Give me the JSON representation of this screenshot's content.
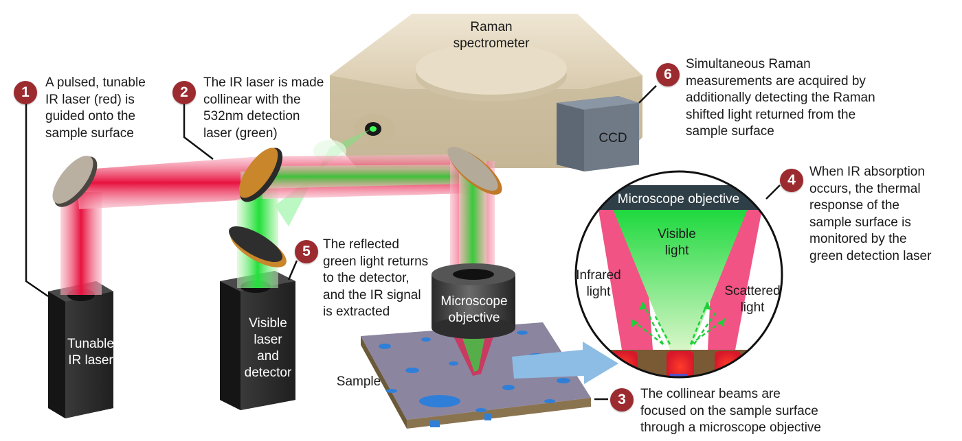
{
  "steps": [
    {
      "number": "1",
      "text": [
        "A pulsed, tunable",
        "IR laser (red) is",
        "guided onto the",
        "sample surface"
      ]
    },
    {
      "number": "2",
      "text": [
        "The IR laser is made",
        "collinear with the",
        "532nm detection",
        "laser (green)"
      ]
    },
    {
      "number": "3",
      "text": [
        "The collinear beams are",
        "focused on the sample surface",
        "through a microscope objective"
      ]
    },
    {
      "number": "4",
      "text": [
        "When IR absorption",
        "occurs, the thermal",
        "response of the",
        "sample surface is",
        "monitored by the",
        "green detection laser"
      ]
    },
    {
      "number": "5",
      "text": [
        "The reflected",
        "green light returns",
        "to the detector,",
        "and the IR signal",
        "is extracted"
      ]
    },
    {
      "number": "6",
      "text": [
        "Simultaneous Raman",
        "measurements are acquired by",
        "additionally detecting the Raman",
        "shifted light returned from the",
        "sample surface"
      ]
    }
  ],
  "components": {
    "raman_spectrometer": [
      "Raman",
      "spectrometer"
    ],
    "ccd": "CCD",
    "ir_laser": [
      "Tunable",
      "IR laser"
    ],
    "visible_laser": [
      "Visible",
      "laser",
      "and",
      "detector"
    ],
    "objective": [
      "Microscope",
      "objective"
    ],
    "sample": "Sample"
  },
  "inset": {
    "objective_label": "Microscope objective",
    "visible_light": [
      "Visible",
      "light"
    ],
    "infrared_light": [
      "Infrared",
      "light"
    ],
    "scattered_light": [
      "Scattered",
      "light"
    ]
  },
  "colors": {
    "badge": "#9c2b30",
    "ir_beam": "#e8123f",
    "green_beam": "#2ee83a",
    "spectrometer": "#d8cbb0",
    "ccd": "#6f7a86",
    "box": "#2b2b2b"
  }
}
